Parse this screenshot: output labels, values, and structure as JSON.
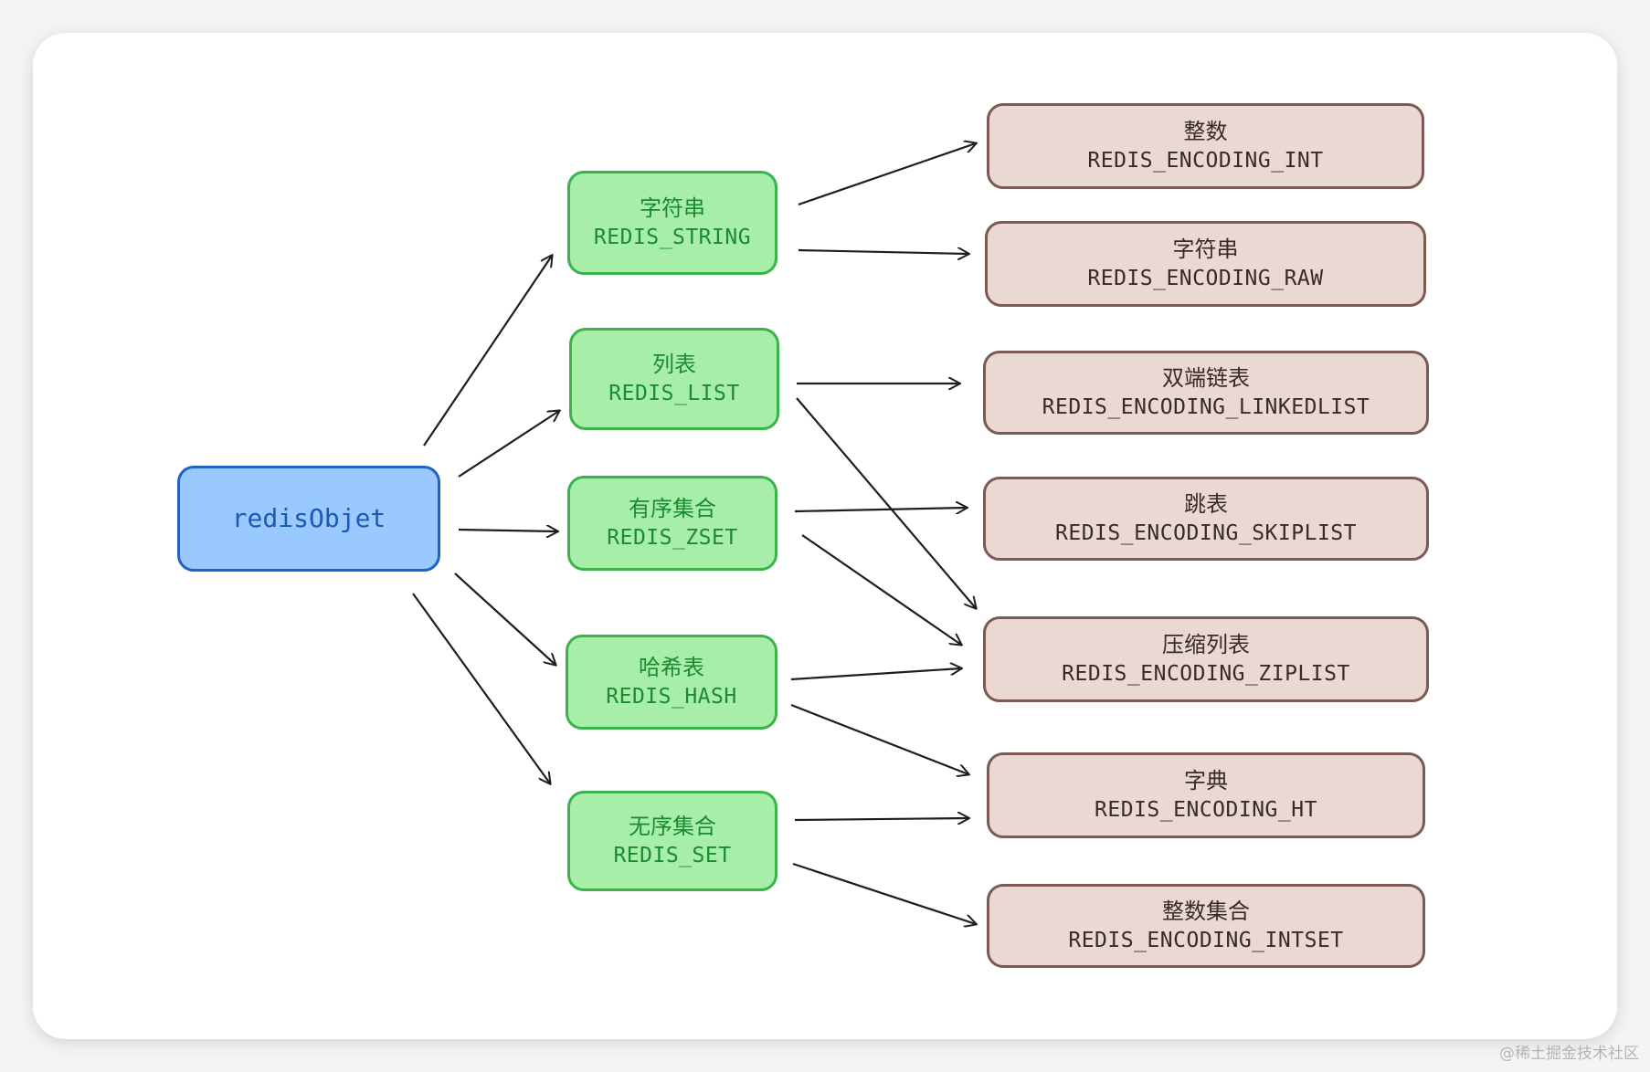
{
  "root": {
    "label": "redisObjet"
  },
  "types": {
    "string": {
      "zh": "字符串",
      "en": "REDIS_STRING"
    },
    "list": {
      "zh": "列表",
      "en": "REDIS_LIST"
    },
    "zset": {
      "zh": "有序集合",
      "en": "REDIS_ZSET"
    },
    "hash": {
      "zh": "哈希表",
      "en": "REDIS_HASH"
    },
    "set": {
      "zh": "无序集合",
      "en": "REDIS_SET"
    }
  },
  "encodings": {
    "int": {
      "zh": "整数",
      "en": "REDIS_ENCODING_INT"
    },
    "raw": {
      "zh": "字符串",
      "en": "REDIS_ENCODING_RAW"
    },
    "linkedlist": {
      "zh": "双端链表",
      "en": "REDIS_ENCODING_LINKEDLIST"
    },
    "skiplist": {
      "zh": "跳表",
      "en": "REDIS_ENCODING_SKIPLIST"
    },
    "ziplist": {
      "zh": "压缩列表",
      "en": "REDIS_ENCODING_ZIPLIST"
    },
    "ht": {
      "zh": "字典",
      "en": "REDIS_ENCODING_HT"
    },
    "intset": {
      "zh": "整数集合",
      "en": "REDIS_ENCODING_INTSET"
    }
  },
  "edges": [
    {
      "from": "root",
      "to": "string"
    },
    {
      "from": "root",
      "to": "list"
    },
    {
      "from": "root",
      "to": "zset"
    },
    {
      "from": "root",
      "to": "hash"
    },
    {
      "from": "root",
      "to": "set"
    },
    {
      "from": "string",
      "to": "int"
    },
    {
      "from": "string",
      "to": "raw"
    },
    {
      "from": "list",
      "to": "linkedlist"
    },
    {
      "from": "list",
      "to": "ziplist"
    },
    {
      "from": "zset",
      "to": "skiplist"
    },
    {
      "from": "zset",
      "to": "ziplist"
    },
    {
      "from": "hash",
      "to": "ziplist"
    },
    {
      "from": "hash",
      "to": "ht"
    },
    {
      "from": "set",
      "to": "ht"
    },
    {
      "from": "set",
      "to": "intset"
    }
  ],
  "colors": {
    "root_fill": "#99c9ff",
    "root_stroke": "#1e62c2",
    "type_fill": "#a7efa8",
    "type_stroke": "#3ab34a",
    "encoding_fill": "#ead8d2",
    "encoding_stroke": "#7a5a52",
    "arrow": "#1e1e1e"
  },
  "watermark": "@稀土掘金技术社区"
}
